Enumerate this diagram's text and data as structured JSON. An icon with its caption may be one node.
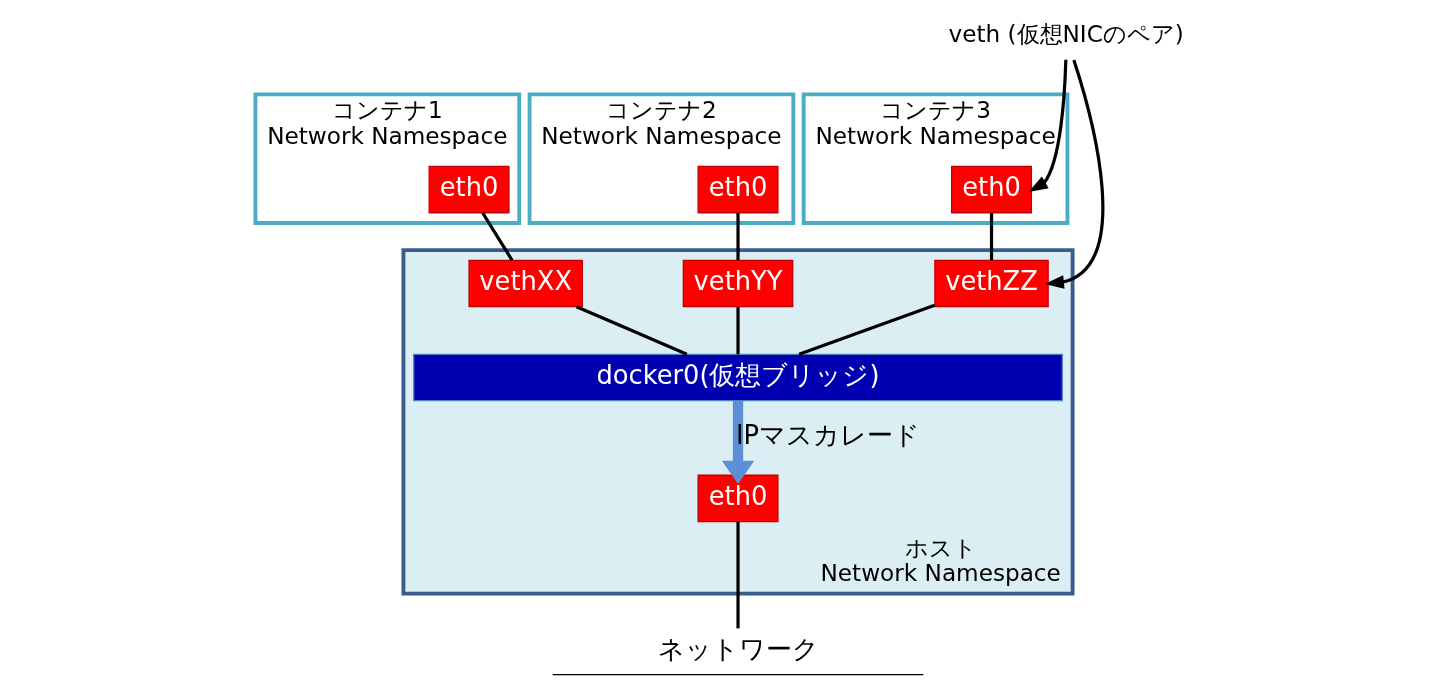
{
  "diagram": {
    "nodes": [
      {
        "text": [
          "コンテナ1",
          "Network Namespace"
        ]
      },
      {
        "text": [
          "eth0"
        ],
        "in": 0
      },
      {
        "text": [
          "コンテナ2",
          "Network Namespace"
        ]
      },
      {
        "text": [
          "eth0"
        ],
        "in": 2
      },
      {
        "text": [
          "コンテナ3",
          "Network Namespace"
        ]
      },
      {
        "text": [
          "eth0"
        ],
        "in": 4
      },
      {
        "text": [
          "veth (仮想NICのペア)"
        ]
      },
      {
        "text": [
          "ホスト",
          "Network Namespace"
        ]
      },
      {
        "text": [
          "vethXX"
        ],
        "in": 7
      },
      {
        "text": [
          "vethYY"
        ],
        "in": 7
      },
      {
        "text": [
          "vethZZ"
        ],
        "in": 7
      },
      {
        "text": [
          "docker0(仮想ブリッジ)"
        ],
        "in": 7
      },
      {
        "text": [
          "eth0"
        ],
        "in": 7
      },
      {
        "text": [
          "ネットワーク"
        ]
      }
    ],
    "edges": [
      {
        "from": 1,
        "to": 8,
        "arrow": "none"
      },
      {
        "from": 3,
        "to": 9,
        "arrow": "none"
      },
      {
        "from": 5,
        "to": 10,
        "arrow": "none"
      },
      {
        "from": 8,
        "to": 11,
        "arrow": "none"
      },
      {
        "from": 9,
        "to": 11,
        "arrow": "none"
      },
      {
        "from": 10,
        "to": 11,
        "arrow": "none"
      },
      {
        "from": 11,
        "to": 12,
        "arrow": "to",
        "label": "IPマスカレード",
        "style": "thick",
        "color": "#5b8fd6"
      },
      {
        "from": 12,
        "to": 13,
        "arrow": "none"
      },
      {
        "from": 6,
        "to": 5,
        "arrow": "to"
      },
      {
        "from": 6,
        "to": 10,
        "arrow": "to"
      }
    ]
  }
}
